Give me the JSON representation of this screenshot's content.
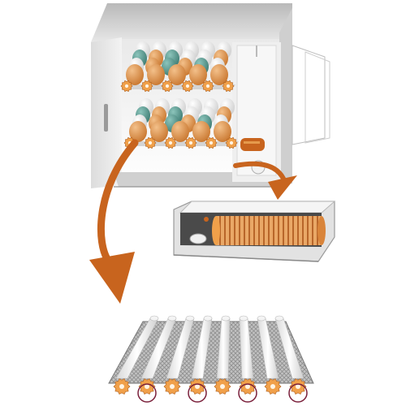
{
  "scene": {
    "background": "#ffffff",
    "accent_orange": "#c8641e",
    "egg_orange": "#e59a4c",
    "egg_teal": "#5f9e95",
    "egg_white": "#f4f4f2",
    "roller_orange": "#f0a04a",
    "panel_metal": "#d9d9d9"
  },
  "parts": {
    "incubator": "incubator-cabinet",
    "egg_trays": [
      "upper-egg-tray",
      "lower-egg-tray"
    ],
    "water_tray": "slide-out-water-tray",
    "roller_grid": "egg-roller-grid",
    "arrows": [
      "arrow-to-roller-grid",
      "arrow-to-water-tray"
    ]
  }
}
